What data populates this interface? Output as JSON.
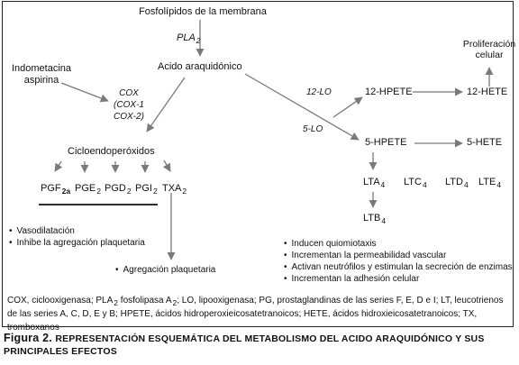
{
  "nodes": {
    "membrane_phospholipids": "Fosfolípidos de la membrana",
    "pla2": "PLA",
    "pla2_sub": "2",
    "arachidonic_acid": "Acido araquidónico",
    "inhibitors_line1": "Indometacina",
    "inhibitors_line2": "aspirina",
    "cox_line1": "COX",
    "cox_line2": "(COX-1",
    "cox_line3": "COX-2)",
    "cycloendoperoxides": "Cicloendoperóxidos",
    "pgf2a": "PGF",
    "pgf2a_sub": "2a",
    "pge2": "PGE",
    "pge2_sub": "2",
    "pgd2": "PGD",
    "pgd2_sub": "2",
    "pgi2": "PGI",
    "pgi2_sub": "2",
    "txa2": "TXA",
    "txa2_sub": "2",
    "lo12": "12-LO",
    "lo5": "5-LO",
    "hpete12": "12-HPETE",
    "hete12": "12-HETE",
    "proliferation_line1": "Proliferación",
    "proliferation_line2": "celular",
    "hpete5": "5-HPETE",
    "hete5": "5-HETE",
    "lta4": "LTA",
    "lta4_sub": "4",
    "ltc4": "LTC",
    "ltc4_sub": "4",
    "ltd4": "LTD",
    "ltd4_sub": "4",
    "lte4": "LTE",
    "lte4_sub": "4",
    "ltb4": "LTB",
    "ltb4_sub": "4",
    "platelet_aggregation": "Agregación plaquetaria"
  },
  "prostaglandin_effects": [
    "Vasodilatación",
    "Inhibe la agregación plaquetaria"
  ],
  "ltb4_effects": [
    "Inducen quiomiotaxis",
    "Incrementan la permeabilidad vascular",
    "Activan neutrófilos y estimulan la secreción de enzimas",
    "Incrementan la adhesión celular"
  ],
  "legend": {
    "part1": "COX, ciclooxigenasa; PLA",
    "part1_sub": "2",
    "part2": " fosfolipasa A",
    "part2_sub": "2",
    "part3": "; LO, lipooxigenasa; PG, prostaglandinas de las series F, E, D e I; LT, leucotrienos de las series A, C, D, E y B; HPETE, ácidos hidroperoxieicosatetranoicos; HETE, ácidos hidroxieicosatetranoicos; TX, tromboxanos"
  },
  "caption": {
    "label": "Figura 2.",
    "text": "Representación esquemática del metabolismo del acido araquidónico y sus principales efectos"
  },
  "colors": {
    "arrow": "#7a7a7a",
    "text": "#111111",
    "border": "#222222"
  }
}
